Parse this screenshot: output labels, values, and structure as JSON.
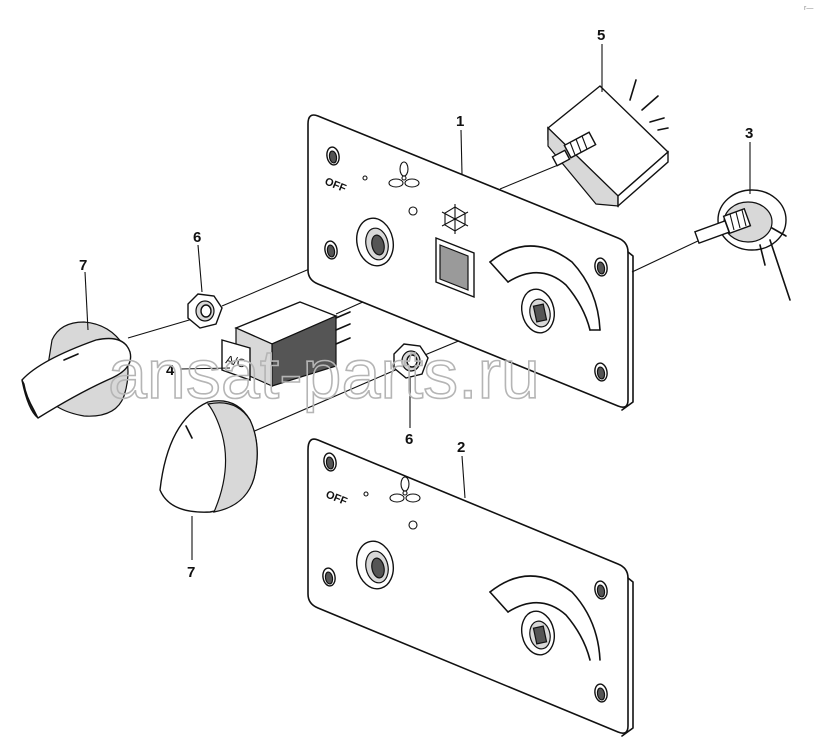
{
  "labels": {
    "panel_front": "1",
    "panel_rear": "2",
    "rotary_switch": "3",
    "ac_switch": "4",
    "relay": "5",
    "nut_upper": "6",
    "nut_lower": "6",
    "knob_upper": "7",
    "knob_lower": "7"
  },
  "panel_text": {
    "off_front": "OFF",
    "off_rear": "OFF",
    "ac_switch": "A/C"
  },
  "watermark": "ansat-parts.ru",
  "corner_mark": "r—"
}
